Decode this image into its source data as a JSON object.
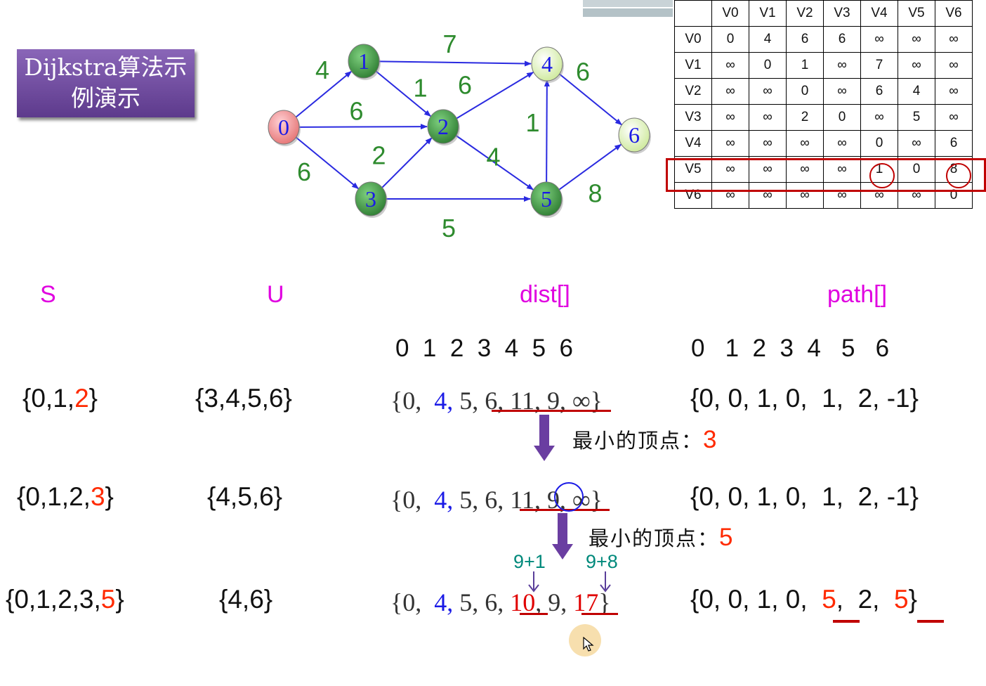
{
  "title": [
    "Dijkstra算法示",
    "例演示"
  ],
  "graph": {
    "nodes": [
      {
        "id": "0",
        "color": "#f4a0a8"
      },
      {
        "id": "1",
        "color": "#4caf50"
      },
      {
        "id": "2",
        "color": "#4caf50"
      },
      {
        "id": "3",
        "color": "#4caf50"
      },
      {
        "id": "4",
        "color": "#e8f7c4"
      },
      {
        "id": "5",
        "color": "#4caf50"
      },
      {
        "id": "6",
        "color": "#e8f7c4"
      }
    ],
    "edges": [
      {
        "from": "0",
        "to": "1",
        "w": "4"
      },
      {
        "from": "0",
        "to": "2",
        "w": "6"
      },
      {
        "from": "0",
        "to": "3",
        "w": "6"
      },
      {
        "from": "1",
        "to": "2",
        "w": "1"
      },
      {
        "from": "1",
        "to": "4",
        "w": "7"
      },
      {
        "from": "2",
        "to": "4",
        "w": "6"
      },
      {
        "from": "2",
        "to": "5",
        "w": "4"
      },
      {
        "from": "3",
        "to": "2",
        "w": "2"
      },
      {
        "from": "3",
        "to": "5",
        "w": "5"
      },
      {
        "from": "5",
        "to": "4",
        "w": "1"
      },
      {
        "from": "4",
        "to": "6",
        "w": "6"
      },
      {
        "from": "5",
        "to": "6",
        "w": "8"
      }
    ]
  },
  "matrix": {
    "headers": [
      "",
      "V0",
      "V1",
      "V2",
      "V3",
      "V4",
      "V5",
      "V6"
    ],
    "rows": [
      [
        "V0",
        "0",
        "4",
        "6",
        "6",
        "∞",
        "∞",
        "∞"
      ],
      [
        "V1",
        "∞",
        "0",
        "1",
        "∞",
        "7",
        "∞",
        "∞"
      ],
      [
        "V2",
        "∞",
        "∞",
        "0",
        "∞",
        "6",
        "4",
        "∞"
      ],
      [
        "V3",
        "∞",
        "∞",
        "2",
        "0",
        "∞",
        "5",
        "∞"
      ],
      [
        "V4",
        "∞",
        "∞",
        "∞",
        "∞",
        "0",
        "∞",
        "6"
      ],
      [
        "V5",
        "∞",
        "∞",
        "∞",
        "∞",
        "1",
        "0",
        "8"
      ],
      [
        "V6",
        "∞",
        "∞",
        "∞",
        "∞",
        "∞",
        "∞",
        "0"
      ]
    ],
    "highlight_row": "V5"
  },
  "columns": {
    "s": "S",
    "u": "U",
    "dist": "dist[]",
    "path": "path[]"
  },
  "dist_indices": "0  1  2  3  4  5  6",
  "path_indices": "0   1  2  3  4   5   6",
  "rows": [
    {
      "s_prefix": "{0,1,",
      "s_new": "2",
      "s_suffix": "}",
      "u": "{3,4,5,6}",
      "dist": {
        "p0": "{0,  ",
        "p1": "4,",
        "p2": " 5, 6, 11, 9, ∞}"
      },
      "path": "{0, 0, 1, 0,  1,  2, -1}"
    },
    {
      "s_prefix": "{0,1,2,",
      "s_new": "3",
      "s_suffix": "}",
      "u": "{4,5,6}",
      "dist": {
        "p0": "{0,  ",
        "p1": "4,",
        "p2": " 5, 6, 11, 9, ∞}"
      },
      "path": "{0, 0, 1, 0,  1,  2, -1}"
    },
    {
      "s_prefix": "{0,1,2,3,",
      "s_new": "5",
      "s_suffix": "}",
      "u": "{4,6}",
      "dist": {
        "p0": "{0,  ",
        "p1": "4,",
        "p2": " 5, 6, ",
        "p3": "10",
        "p4": ", 9, ",
        "p5": "17",
        "p6": "}"
      },
      "path": {
        "p0": "{0, 0, 1, 0,  ",
        "p1": "5",
        "p2": ",  2,  ",
        "p3": "5",
        "p4": "}"
      }
    }
  ],
  "annotations": [
    {
      "label": "最小的顶点：",
      "value": "3"
    },
    {
      "label": "最小的顶点：",
      "value": "5"
    }
  ],
  "hints": [
    "9+1",
    "9+8"
  ]
}
